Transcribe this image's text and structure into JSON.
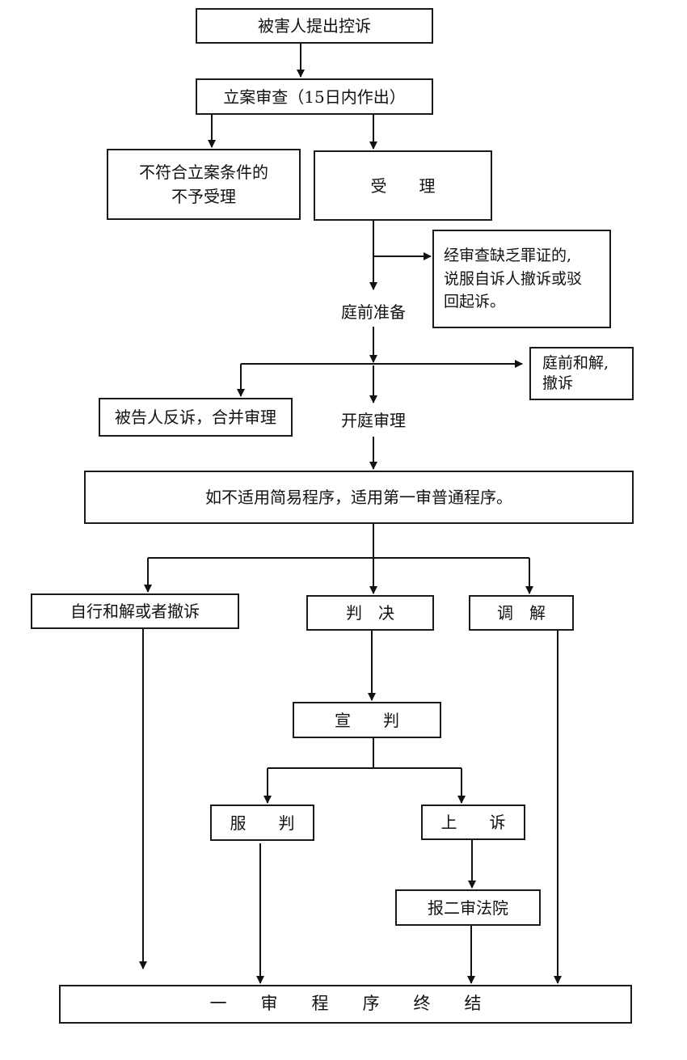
{
  "nodes": {
    "n1": "被害人提出控诉",
    "n2": "立案审查（15日内作出）",
    "n3": [
      "不符合立案条件的",
      "不予受理"
    ],
    "n4": "受　　理",
    "n5": [
      "经审查缺乏罪证的,",
      "说服自诉人撤诉或驳",
      "回起诉。"
    ],
    "n6": "庭前准备",
    "n7": [
      "庭前和解,",
      "撤诉"
    ],
    "n8": "被告人反诉，合并审理",
    "n9": "开庭审理",
    "n10": "如不适用简易程序，适用第一审普通程序。",
    "n11": "自行和解或者撤诉",
    "n12": "判　决",
    "n13": "调　解",
    "n14": "宣　　判",
    "n15": "服　　判",
    "n16": "上　　诉",
    "n17": "报二审法院",
    "n18": "一　　审　　程　　序　　终　　结"
  }
}
